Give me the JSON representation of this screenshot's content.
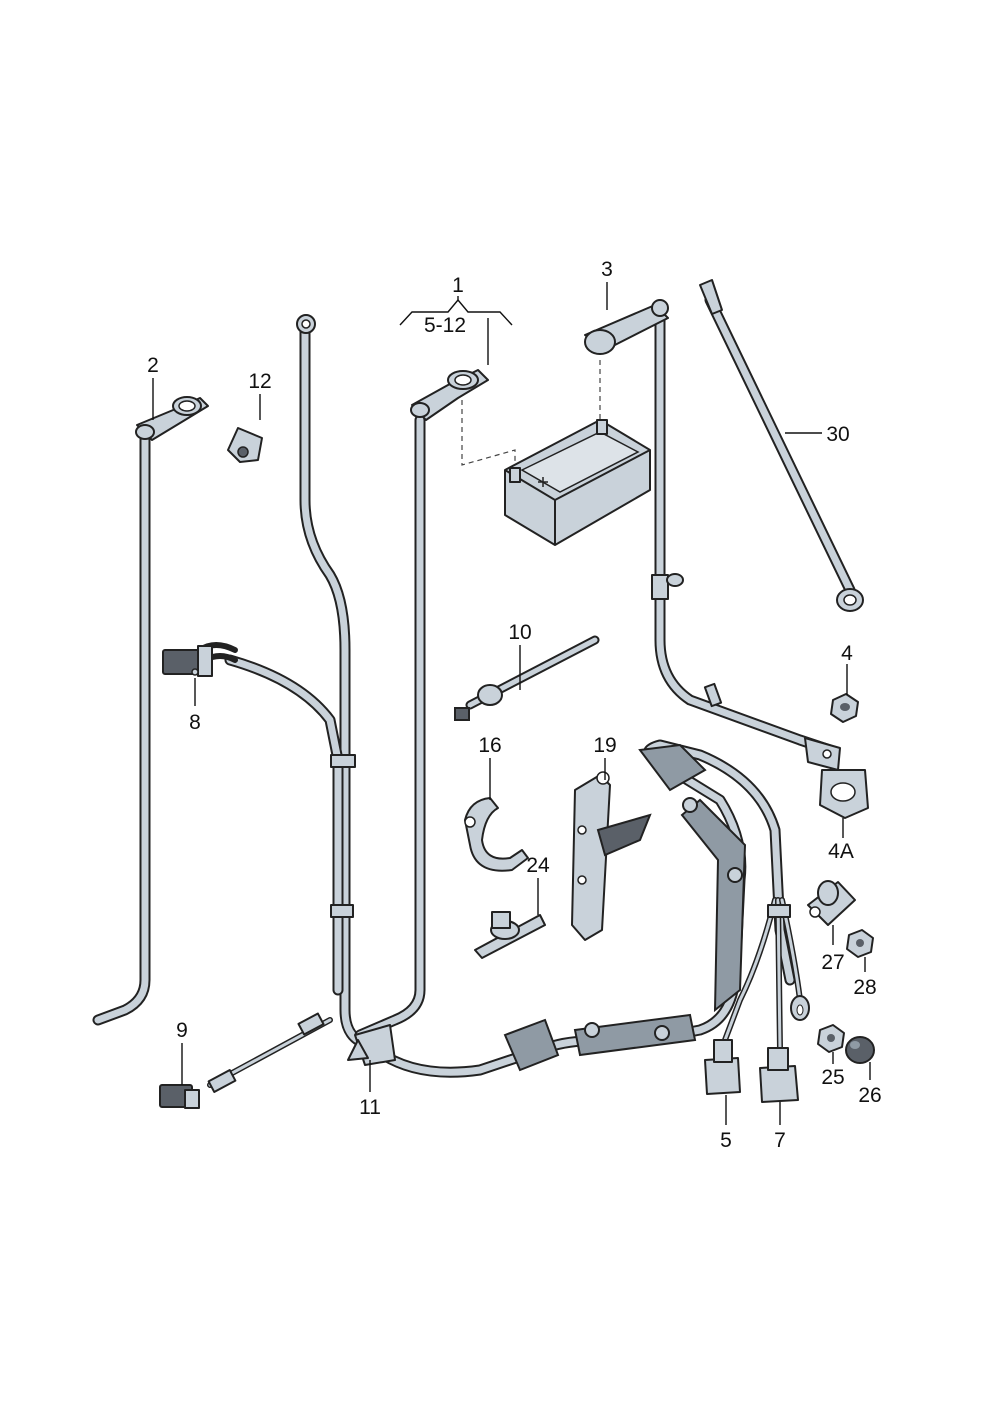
{
  "labels": {
    "p1": "1",
    "p5_12": "5-12",
    "p2": "2",
    "p3": "3",
    "p4": "4",
    "p4a": "4A",
    "p5": "5",
    "p7": "7",
    "p8": "8",
    "p9": "9",
    "p10": "10",
    "p11": "11",
    "p12": "12",
    "p16": "16",
    "p19": "19",
    "p24": "24",
    "p25": "25",
    "p26": "26",
    "p27": "27",
    "p28": "28",
    "p30": "30"
  }
}
